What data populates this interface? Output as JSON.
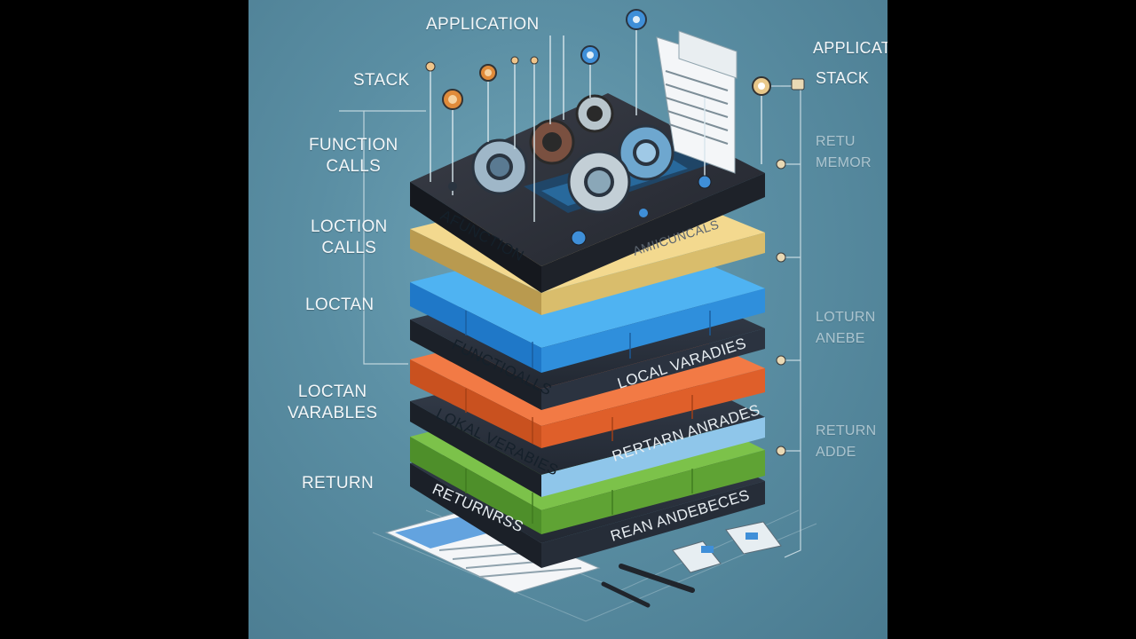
{
  "labels_left": {
    "application": "APPLICATION",
    "stack": "STACK",
    "function_calls": "FUNCTION\nCALLS",
    "loction_calls": "LOCTION\nCALLS",
    "loctan": "LOCTAN",
    "loctan_varables": "LOCTAN\nVARABLES",
    "return": "RETURN"
  },
  "labels_right": {
    "applicat": "APPLICAT",
    "stack": "STACK",
    "retu_memor": "RETU\nMEMOR",
    "loturn_anebe": "LOTURN\nANEBE",
    "return_adde": "RETURN\nADDE"
  },
  "layer_text": {
    "afunction": "AFUNCTION",
    "amiicuncals": "AMIICUNCALS",
    "functioalls": "FUNCTIOALLS",
    "local_varadies": "LOCAL VARADIES",
    "lokal_verabies": "LOKAL VERABIES",
    "rertarn_anrades": "RERTARN ANRADES",
    "returnrss": "RETURNRSS",
    "rean_andebeces": "REAN ANDEBECES"
  },
  "colors": {
    "background": "#5a8ea3",
    "top_layer": "#2a2d36",
    "yellow_layer": "#f1d58a",
    "blue_layer": "#3d9fe6",
    "orange_layer": "#ec6a38",
    "green_layer": "#6fb43e",
    "dark_band": "#2c3340",
    "gear": "#aabbc6"
  }
}
